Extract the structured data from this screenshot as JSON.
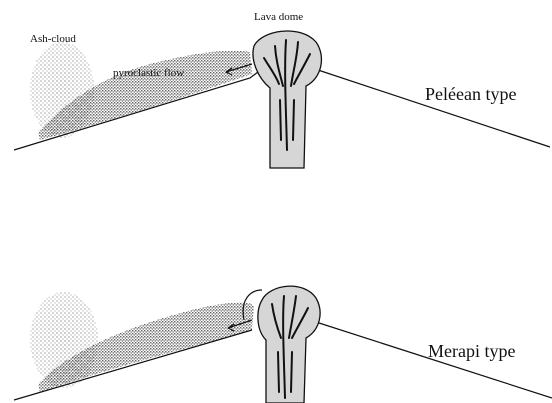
{
  "panels": [
    {
      "type_label": "Peléean type",
      "labels": {
        "ash_cloud": "Ash-cloud",
        "pyroclastic_flow": "pyroclastic flow",
        "lava_dome": "Lava dome"
      }
    },
    {
      "type_label": "Merapi type",
      "labels": {}
    }
  ]
}
